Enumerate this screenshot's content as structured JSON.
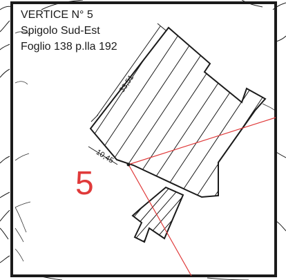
{
  "title": {
    "line1": "VERTICE N° 5",
    "line2": "Spigolo Sud-Est",
    "line3": "Foglio 138 p.lla 192"
  },
  "vertex_number": "5",
  "dimensions": {
    "long_side": "33,51",
    "short_side": "10,45"
  },
  "colors": {
    "frame": "#1a1a1a",
    "lines": "#1a1a1a",
    "red_marker": "#e03a3a",
    "background": "#ffffff"
  }
}
